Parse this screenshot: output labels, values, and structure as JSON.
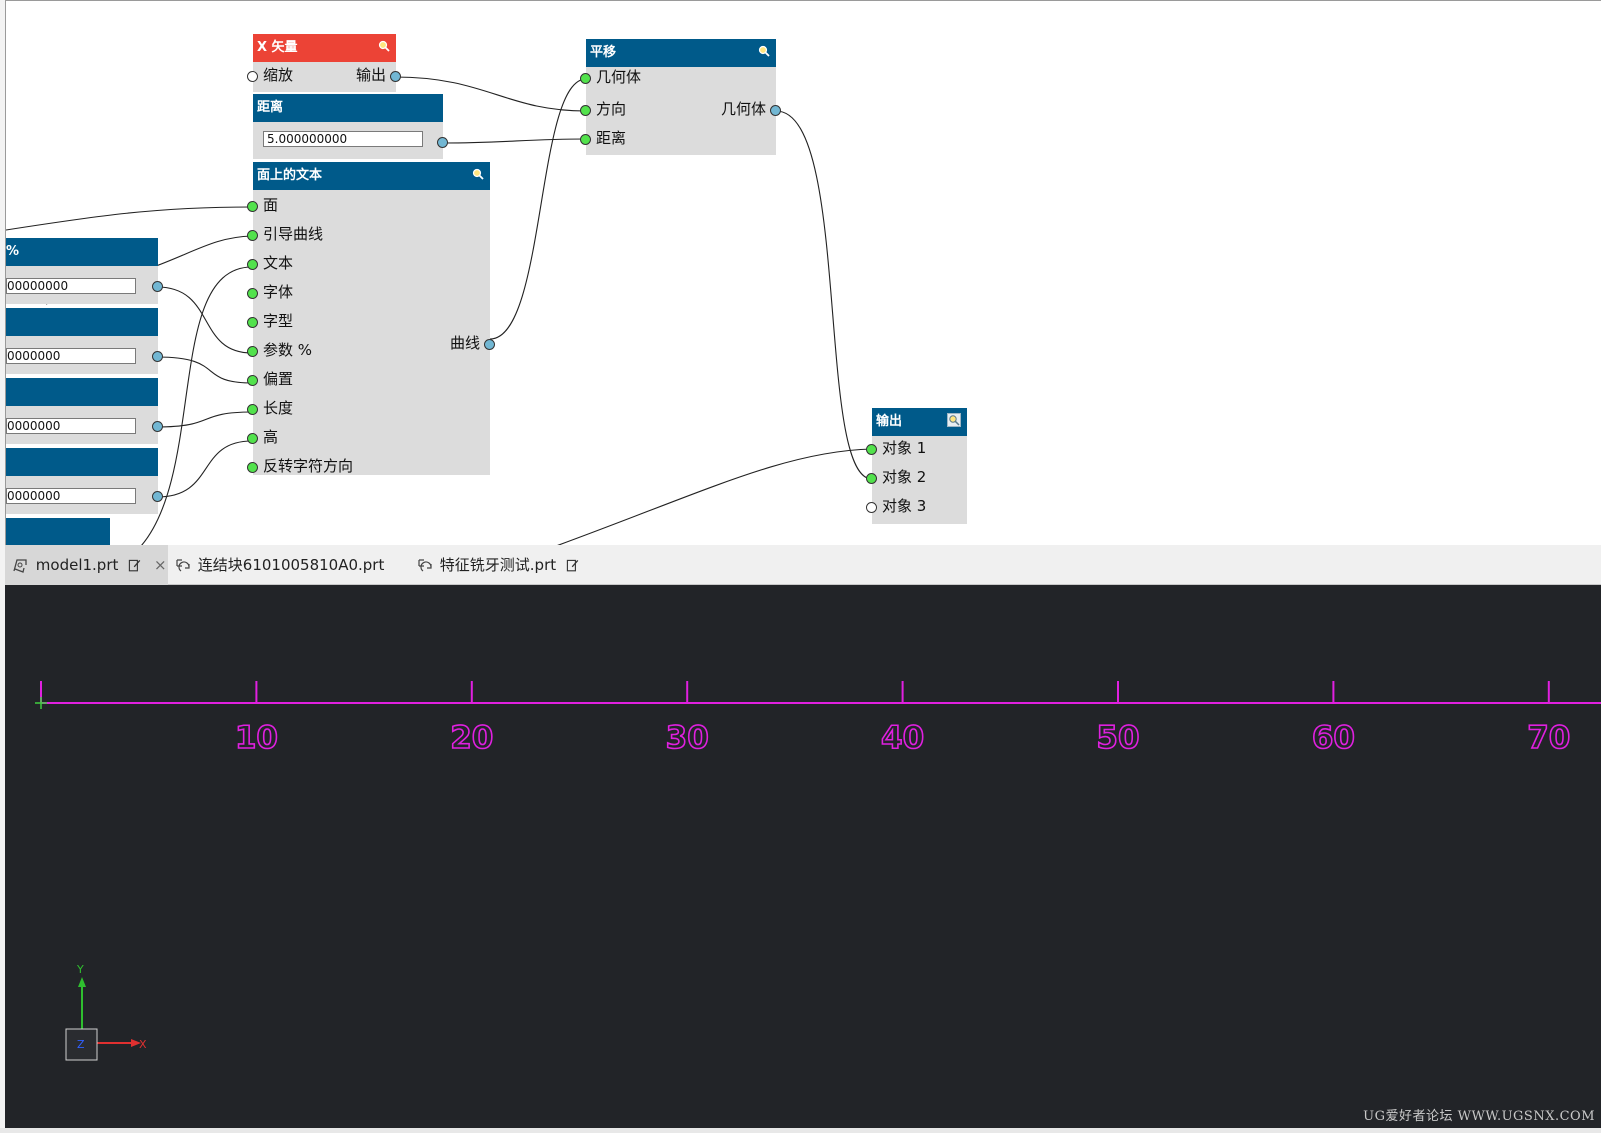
{
  "nodes": {
    "x_vector": {
      "title": "X 矢量",
      "in_scale": "缩放",
      "out": "输出"
    },
    "distance": {
      "title": "距离",
      "value": "5.000000000"
    },
    "text_on_face": {
      "title": "面上的文本",
      "inputs": [
        "面",
        "引导曲线",
        "文本",
        "字体",
        "字型",
        "参数 %",
        "偏置",
        "长度",
        "高",
        "反转字符方向"
      ],
      "output": "曲线"
    },
    "translate": {
      "title": "平移",
      "inputs": [
        "几何体",
        "方向",
        "距离"
      ],
      "output": "几何体"
    },
    "output": {
      "title": "输出",
      "inputs": [
        "对象 1",
        "对象 2",
        "对象 3"
      ]
    },
    "left_partial": {
      "header_fragment": "%",
      "values": [
        "00000000",
        "0000000",
        "0000000",
        "0000000"
      ]
    }
  },
  "tabs": [
    {
      "label": "model1.prt",
      "active": true
    },
    {
      "label": "连结块6101005810A0.prt",
      "active": false
    },
    {
      "label": "特征铣牙测试.prt",
      "active": false
    }
  ],
  "tab_close_glyph": "×",
  "ruler": {
    "labels": [
      "10",
      "20",
      "30",
      "40",
      "50",
      "60",
      "70"
    ],
    "color": "#e020e0"
  },
  "triad": {
    "x_label": "X",
    "y_label": "Y",
    "z_label": "Z"
  },
  "watermark": "UG爱好者论坛 WWW.UGSNX.COM",
  "colors": {
    "node_header": "#005a8a",
    "node_header_warn": "#ec4336",
    "port_in": "#52e24c",
    "port_out": "#72b7d3",
    "viewport_bg": "#222428"
  },
  "icons": {
    "inspect": "magnifier-icon",
    "tab_part": "part-file-icon",
    "tab_edit": "edit-page-icon"
  }
}
